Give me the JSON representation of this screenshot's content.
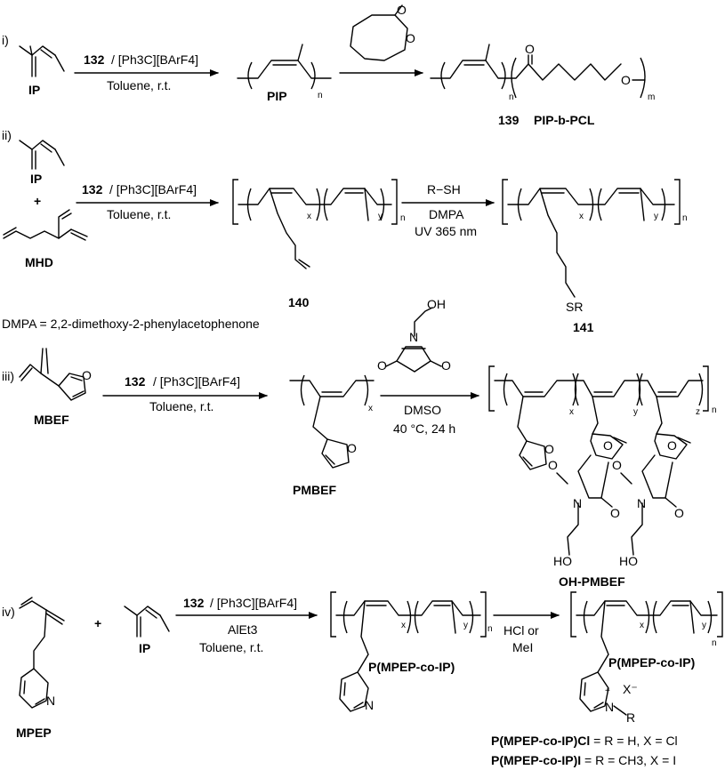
{
  "scheme": {
    "row_i": {
      "label": "i)",
      "monomer": "IP",
      "catalyst": "132",
      "cocatalyst": "/ [Ph3C][BArF4]",
      "solvent": "Toluene, r.t.",
      "product_1": "PIP",
      "repeat_n": "n",
      "repeat_m": "m",
      "carbonyl_O": "O",
      "ester_O": "O",
      "product_2_number": "139",
      "product_2_name": "PIP-b-PCL"
    },
    "row_ii": {
      "label": "ii)",
      "monomer_1": "IP",
      "plus": "+",
      "monomer_2": "MHD",
      "catalyst": "132",
      "cocatalyst": "/ [Ph3C][BArF4]",
      "solvent": "Toluene, r.t.",
      "reagent_1": "R−SH",
      "reagent_2": "DMPA",
      "reagent_3": "UV 365 nm",
      "sub_x": "x",
      "sub_y": "y",
      "sub_n": "n",
      "product_1_number": "140",
      "product_2_number": "141",
      "thiol_group": "SR",
      "footnote": "DMPA = 2,2-dimethoxy-2-phenylacetophenone"
    },
    "row_iii": {
      "label": "iii)",
      "monomer": "MBEF",
      "catalyst": "132",
      "cocatalyst": "/ [Ph3C][BArF4]",
      "solvent": "Toluene, r.t.",
      "product_1": "PMBEF",
      "hydroxyl": "OH",
      "maleimide_O": "O",
      "maleimide_N": "N",
      "conditions_1": "DMSO",
      "conditions_2": "40 °C, 24 h",
      "sub_x": "x",
      "sub_y": "y",
      "sub_z": "z",
      "sub_n": "n",
      "product_2": "OH-PMBEF",
      "ho_label": "HO"
    },
    "row_iv": {
      "label": "iv)",
      "monomer_1": "MPEP",
      "plus": "+",
      "monomer_2": "IP",
      "catalyst": "132",
      "cocatalyst": "/ [Ph3C][BArF4]",
      "aluminum": "AlEt3",
      "solvent": "Toluene, r.t.",
      "reagent_1": "HCl or",
      "reagent_2": "MeI",
      "product_1": "P(MPEP-co-IP)",
      "product_2": "P(MPEP-co-IP)",
      "N_atom": "N",
      "plus_charge": "+",
      "anion": "X⁻",
      "substituent": "R",
      "sub_x": "x",
      "sub_y": "y",
      "sub_n": "n",
      "def_1_name": "P(MPEP-co-IP)Cl",
      "def_1_value": " = R = H, X = Cl",
      "def_2_name": "P(MPEP-co-IP)I",
      "def_2_value": " = R = CH3, X = I"
    }
  }
}
